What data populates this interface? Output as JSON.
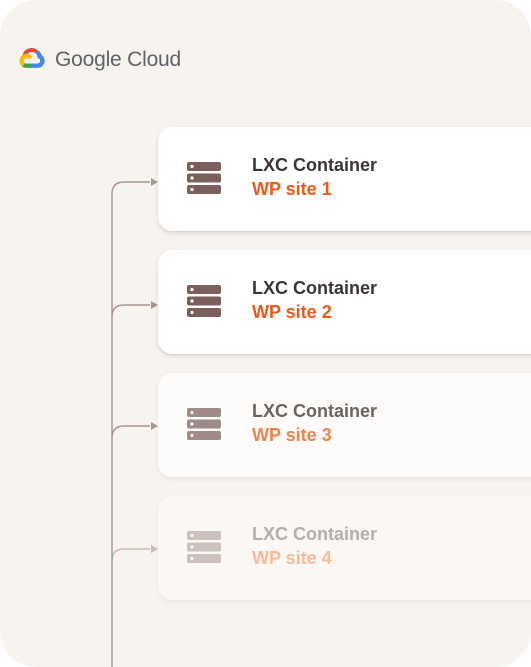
{
  "brand": {
    "name": "Google Cloud",
    "icon": "google-cloud-logo-icon",
    "colors": [
      "#ea4335",
      "#fbbc04",
      "#34a853",
      "#4285f4"
    ]
  },
  "accent_color": "#ea5a1a",
  "containers": [
    {
      "title": "LXC Container",
      "site": "WP site 1",
      "icon": "server-stack-icon"
    },
    {
      "title": "LXC Container",
      "site": "WP site 2",
      "icon": "server-stack-icon"
    },
    {
      "title": "LXC Container",
      "site": "WP site 3",
      "icon": "server-stack-icon"
    },
    {
      "title": "LXC Container",
      "site": "WP site 4",
      "icon": "server-stack-icon"
    }
  ]
}
